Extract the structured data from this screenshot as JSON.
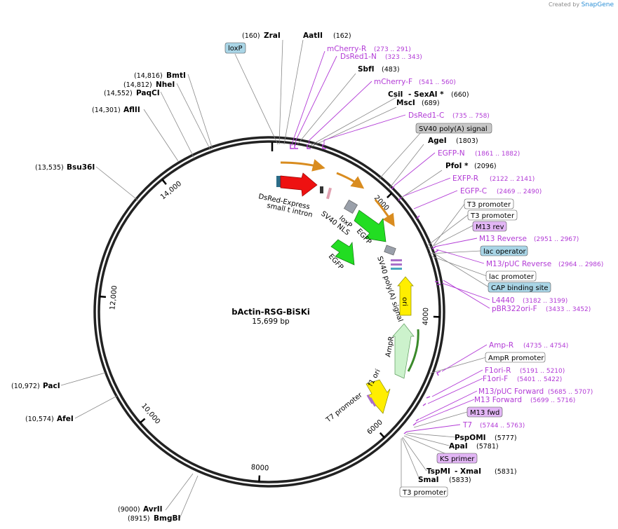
{
  "credit": {
    "prefix": "Created by",
    "brand": "SnapGene"
  },
  "plasmid": {
    "name": "bActin-RSG-BiSKi",
    "length": "15,699 bp",
    "total_bp": 15699
  },
  "ticks": [
    {
      "bp": 2000,
      "label": "2000"
    },
    {
      "bp": 4000,
      "label": "4000"
    },
    {
      "bp": 6000,
      "label": "6000"
    },
    {
      "bp": 8000,
      "label": "8000"
    },
    {
      "bp": 10000,
      "label": "10,000"
    },
    {
      "bp": 12000,
      "label": "12,000"
    },
    {
      "bp": 14000,
      "label": "14,000"
    }
  ],
  "enzymes": [
    {
      "name": "ZraI",
      "pos": "(160)"
    },
    {
      "name": "AatII",
      "pos": "(162)"
    },
    {
      "name": "SbfI",
      "pos": "(483)"
    },
    {
      "name": "CsiI",
      "extra": "- SexAI *",
      "pos": "(660)"
    },
    {
      "name": "MscI",
      "pos": "(689)"
    },
    {
      "name": "AgeI",
      "pos": "(1803)"
    },
    {
      "name": "PfoI *",
      "pos": "(2096)"
    },
    {
      "name": "PspOMI",
      "pos": "(5777)"
    },
    {
      "name": "ApaI",
      "pos": "(5781)"
    },
    {
      "name": "TspMI",
      "extra": "- XmaI",
      "pos": "(5831)"
    },
    {
      "name": "SmaI",
      "pos": "(5833)"
    },
    {
      "name": "AvrII",
      "pos": "(9000)"
    },
    {
      "name": "BmgBI",
      "pos": "(8915)"
    },
    {
      "name": "AfeI",
      "pos": "(10,574)"
    },
    {
      "name": "PacI",
      "pos": "(10,972)"
    },
    {
      "name": "Bsu36I",
      "pos": "(13,535)"
    },
    {
      "name": "AflII",
      "pos": "(14,301)"
    },
    {
      "name": "PaqCI",
      "pos": "(14,552)"
    },
    {
      "name": "NheI",
      "pos": "(14,812)"
    },
    {
      "name": "BmtI",
      "pos": "(14,816)"
    }
  ],
  "primers": [
    {
      "name": "mCherry-R",
      "range": "(273 .. 291)"
    },
    {
      "name": "DsRed1-N",
      "range": "(323 .. 343)"
    },
    {
      "name": "mCherry-F",
      "range": "(541 .. 560)"
    },
    {
      "name": "DsRed1-C",
      "range": "(735 .. 758)"
    },
    {
      "name": "EGFP-N",
      "range": "(1861 .. 1882)"
    },
    {
      "name": "EXFP-R",
      "range": "(2122 .. 2141)"
    },
    {
      "name": "EGFP-C",
      "range": "(2469 .. 2490)"
    },
    {
      "name": "M13 Reverse",
      "range": "(2951 .. 2967)"
    },
    {
      "name": "M13/pUC Reverse",
      "range": "(2964 .. 2986)"
    },
    {
      "name": "L4440",
      "range": "(3182 .. 3199)"
    },
    {
      "name": "pBR322ori-F",
      "range": "(3433 .. 3452)"
    },
    {
      "name": "Amp-R",
      "range": "(4735 .. 4754)"
    },
    {
      "name": "F1ori-R",
      "range": "(5191 .. 5210)"
    },
    {
      "name": "F1ori-F",
      "range": "(5401 .. 5422)"
    },
    {
      "name": "M13/pUC Forward",
      "range": "(5685 .. 5707)"
    },
    {
      "name": "M13 Forward",
      "range": "(5699 .. 5716)"
    },
    {
      "name": "T7",
      "range": "(5744 .. 5763)"
    }
  ],
  "boxes": [
    {
      "name": "loxP",
      "color": "#a9d5e6"
    },
    {
      "name": "SV40 poly(A) signal",
      "color": "#c8c8c8"
    },
    {
      "name": "T3 promoter",
      "color": "#ffffff"
    },
    {
      "name": "T3 promoter",
      "color": "#ffffff"
    },
    {
      "name": "M13 rev",
      "color": "#e2b6f5"
    },
    {
      "name": "lac operator",
      "color": "#a9d5e6"
    },
    {
      "name": "lac promoter",
      "color": "#ffffff"
    },
    {
      "name": "CAP binding site",
      "color": "#a9d5e6"
    },
    {
      "name": "AmpR promoter",
      "color": "#ffffff"
    },
    {
      "name": "M13 fwd",
      "color": "#e2b6f5"
    },
    {
      "name": "KS primer",
      "color": "#e2b6f5"
    },
    {
      "name": "T3 promoter",
      "color": "#ffffff"
    }
  ],
  "features": [
    {
      "name": "DsRed-Express",
      "color": "#ee1111"
    },
    {
      "name": "small t intron"
    },
    {
      "name": "SV40 NLS"
    },
    {
      "name": "loxP"
    },
    {
      "name": "EGFP",
      "color": "#22dd22"
    },
    {
      "name": "EGFP",
      "color": "#22dd22"
    },
    {
      "name": "SV40 poly(A) signal"
    },
    {
      "name": "ori",
      "color": "#ffee00"
    },
    {
      "name": "AmpR",
      "color": "#ccf2cc"
    },
    {
      "name": "f1 ori",
      "color": "#ffee00"
    },
    {
      "name": "T7 promoter"
    }
  ],
  "colors": {
    "primer": "#b23ad6",
    "orf": "#e8a23a",
    "backbone": "#222222"
  }
}
